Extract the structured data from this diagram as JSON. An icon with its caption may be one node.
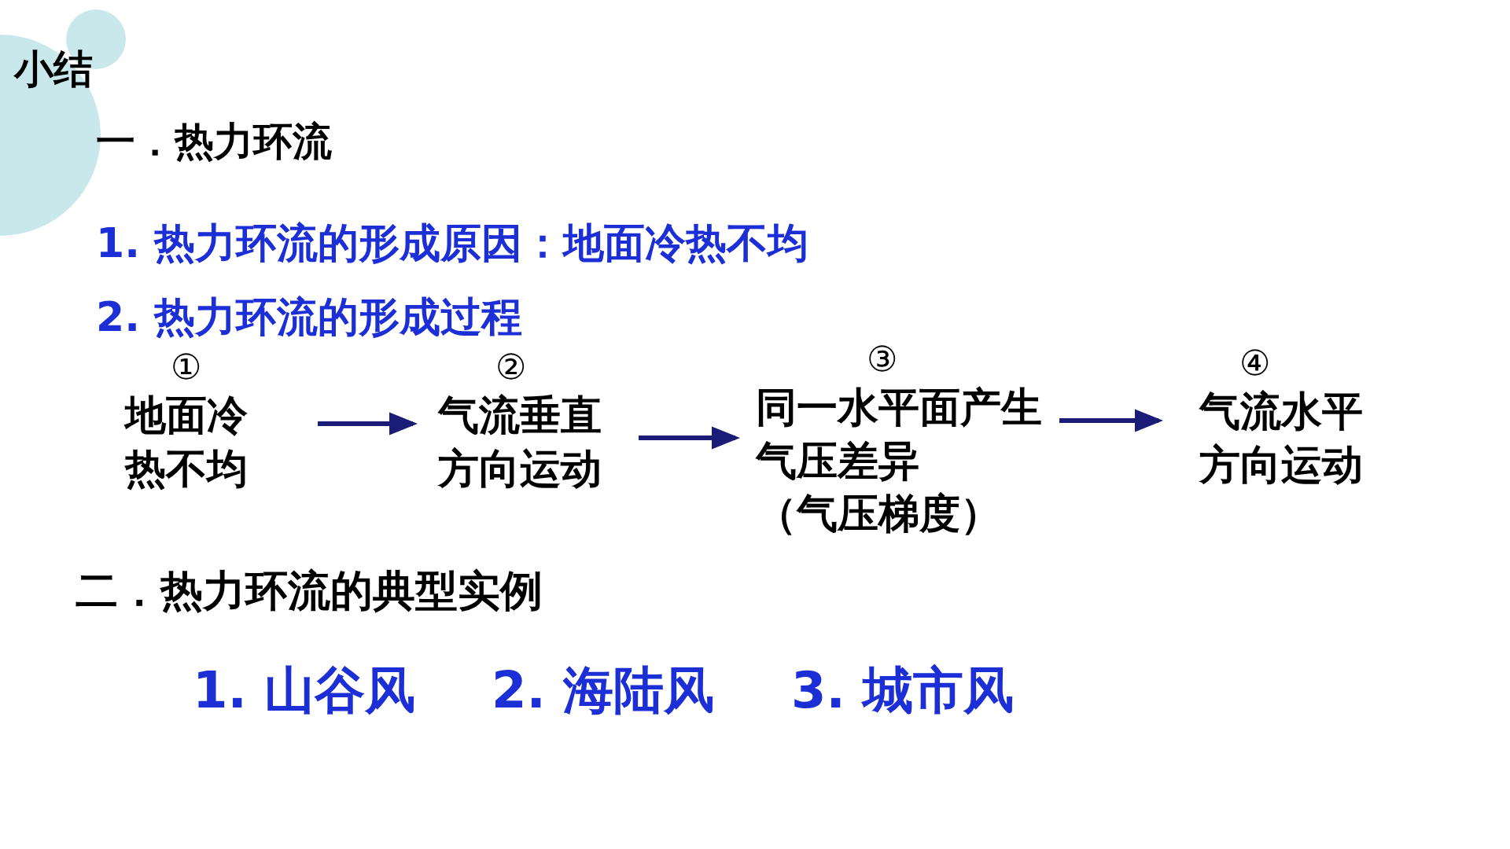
{
  "diagram": {
    "title": "小结",
    "nodes": [
      {
        "text": [
          "地面冷热不均"
        ],
        "beside": [
          "①"
        ]
      },
      {
        "text": [
          "气流垂直方向运动"
        ],
        "beside": [
          "②"
        ]
      },
      {
        "text": [
          "同一水平面产生气压差异",
          "（气压梯度）"
        ],
        "beside": [
          "③"
        ]
      },
      {
        "text": [
          "气流水平方向运动"
        ],
        "beside": [
          "④"
        ]
      }
    ],
    "edges": [
      {
        "from": 0,
        "to": 1,
        "arrow": "to"
      },
      {
        "from": 1,
        "to": 2,
        "arrow": "to"
      },
      {
        "from": 2,
        "to": 3,
        "arrow": "to"
      }
    ],
    "labels": [
      "一．热力环流",
      "1. 热力环流的形成原因：地面冷热不均",
      "2. 热力环流的形成过程",
      "二．热力环流的典型实例",
      "1. 山谷风",
      "2. 海陆风",
      "3. 城市风"
    ]
  }
}
